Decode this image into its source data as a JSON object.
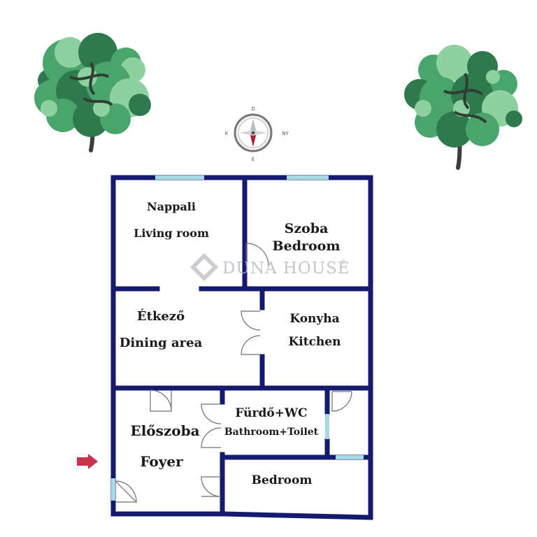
{
  "watermark": {
    "brand": "DUNA HOUSE",
    "registered": "®"
  },
  "compass": {
    "top": "D",
    "left": "K",
    "right": "NY",
    "bottom": "É"
  },
  "rooms": [
    {
      "id": "nappali",
      "lines": [
        "Nappali",
        "Living room"
      ]
    },
    {
      "id": "szoba",
      "lines": [
        "Szoba",
        "Bedroom"
      ]
    },
    {
      "id": "etkezo",
      "lines": [
        "Étkező",
        "Dining area"
      ]
    },
    {
      "id": "konyha",
      "lines": [
        "Konyha",
        "Kitchen"
      ]
    },
    {
      "id": "eloszoba",
      "lines": [
        "Előszoba",
        "Foyer"
      ]
    },
    {
      "id": "furdo",
      "lines": [
        "Fürdő+WC",
        "Bathroom+Toilet"
      ]
    },
    {
      "id": "bedroom2",
      "lines": [
        "Bedroom"
      ]
    }
  ],
  "colors": {
    "wall": "#141a6e",
    "window": "#a9d6e5",
    "entrance_arrow": "#c8324a",
    "tree_dark": "#2e7a4e",
    "tree_mid": "#4aa56c",
    "tree_light": "#8fd0a0",
    "watermark": "#b9bcc4"
  }
}
